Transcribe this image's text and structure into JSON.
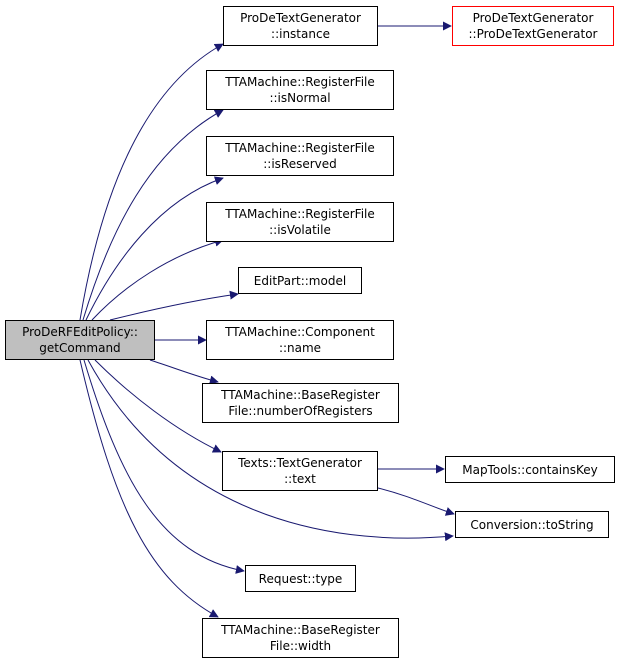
{
  "diagram": {
    "edge_color": "#191970",
    "root": {
      "line1": "ProDeRFEditPolicy::",
      "line2": "getCommand",
      "fill": "#bfbfbf"
    },
    "nodes": [
      {
        "id": "instance",
        "line1": "ProDeTextGenerator",
        "line2": "::instance"
      },
      {
        "id": "ctor",
        "line1": "ProDeTextGenerator",
        "line2": "::ProDeTextGenerator",
        "border": "#ff0000"
      },
      {
        "id": "isnormal",
        "line1": "TTAMachine::RegisterFile",
        "line2": "::isNormal"
      },
      {
        "id": "isreserved",
        "line1": "TTAMachine::RegisterFile",
        "line2": "::isReserved"
      },
      {
        "id": "isvolatile",
        "line1": "TTAMachine::RegisterFile",
        "line2": "::isVolatile"
      },
      {
        "id": "model",
        "line1": "EditPart::model",
        "line2": ""
      },
      {
        "id": "name",
        "line1": "TTAMachine::Component",
        "line2": "::name"
      },
      {
        "id": "numregs",
        "line1": "TTAMachine::BaseRegister",
        "line2": "File::numberOfRegisters"
      },
      {
        "id": "text",
        "line1": "Texts::TextGenerator",
        "line2": "::text"
      },
      {
        "id": "containskey",
        "line1": "MapTools::containsKey",
        "line2": ""
      },
      {
        "id": "tostring",
        "line1": "Conversion::toString",
        "line2": ""
      },
      {
        "id": "type",
        "line1": "Request::type",
        "line2": ""
      },
      {
        "id": "width",
        "line1": "TTAMachine::BaseRegister",
        "line2": "File::width"
      }
    ]
  }
}
